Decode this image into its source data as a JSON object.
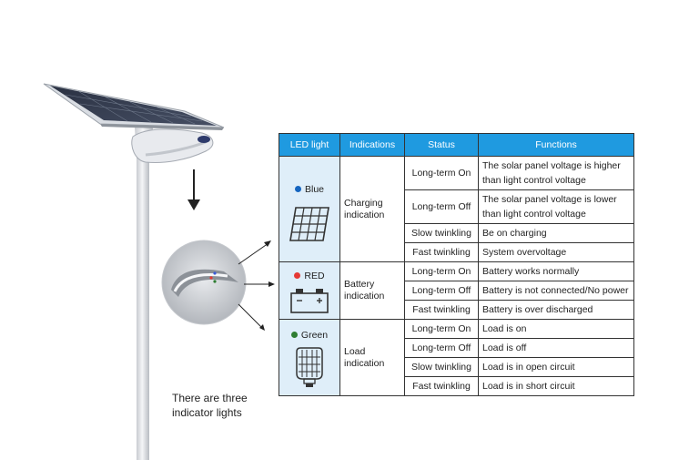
{
  "table": {
    "headers": [
      "LED light",
      "Indications",
      "Status",
      "Functions"
    ],
    "groups": [
      {
        "led_name": "Blue",
        "dot_color": "#1565c0",
        "icon": "solar-panel-icon",
        "indication": [
          "Charging",
          "indication"
        ],
        "rows": [
          {
            "status": "Long-term On",
            "function": "The solar panel voltage is higher than light control voltage"
          },
          {
            "status": "Long-term Off",
            "function": "The solar panel voltage is lower than light control voltage"
          },
          {
            "status": "Slow twinkling",
            "function": "Be on charging"
          },
          {
            "status": "Fast twinkling",
            "function": "System overvoltage"
          }
        ]
      },
      {
        "led_name": "RED",
        "dot_color": "#e53935",
        "icon": "battery-icon",
        "indication": [
          "Battery",
          "indication"
        ],
        "rows": [
          {
            "status": "Long-term On",
            "function": "Battery works normally"
          },
          {
            "status": "Long-term Off",
            "function": "Battery is not connected/No power"
          },
          {
            "status": "Fast twinkling",
            "function": "Battery is over discharged"
          }
        ]
      },
      {
        "led_name": "Green",
        "dot_color": "#2e7d32",
        "icon": "lamp-icon",
        "indication": [
          "Load",
          "indication"
        ],
        "rows": [
          {
            "status": "Long-term On",
            "function": "Load is on"
          },
          {
            "status": "Long-term Off",
            "function": "Load is off"
          },
          {
            "status": "Slow twinkling",
            "function": "Load is in open circuit"
          },
          {
            "status": "Fast twinkling",
            "function": "Load is in short circuit"
          }
        ]
      }
    ]
  },
  "caption": {
    "line1": "There are three",
    "line2": "indicator lights"
  },
  "colors": {
    "header_bg": "#1f9ae0",
    "led_cell_bg": "#dfeef9"
  }
}
